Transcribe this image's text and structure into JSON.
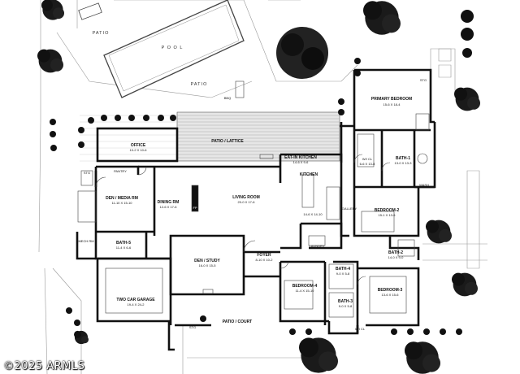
{
  "labels": {
    "patio_top": "PATIO",
    "pool": "P O O L",
    "patio_mid": "PATIO",
    "bbq": "BBQ",
    "patio_lattice": "PATIO / LATTICE",
    "office": "OFFICE",
    "office_dim": "10-2 X 10-6",
    "eatin_kitchen": "EAT-IN KITCHEN",
    "eatin_dim": "14-6 X 9-6",
    "kitchen": "KITCHEN",
    "kitchen_dim": "14-6 X 14-10",
    "primary_bedroom": "PRIMARY BEDROOM",
    "primary_dim": "15-6 X 18-4",
    "stg": "STG",
    "bath1": "BATH-1",
    "bath1_dim": "13-0 X 13-3",
    "wic": "W/I CL",
    "wic_dim": "6-6 X 13-8",
    "wash": "WASH",
    "den_media": "DEN / MEDIA RM",
    "den_media_dim": "11-10 X 15-10",
    "dining": "DINING RM",
    "dining_dim": "12-6 X 17-6",
    "living": "LIVING ROOM",
    "living_dim": "20-0 X 17-6",
    "fp": "FP",
    "pantry": "PANTRY",
    "gallery": "GALLERY",
    "bedroom2": "BEDROOM-2",
    "bedroom2_dim": "15-1 X 13-6",
    "laundry": "LAUNDRY",
    "mech": "MECH RM",
    "bath5": "BATH-5",
    "bath5_dim": "11-4 X 6-6",
    "den_study": "DEN / STUDY",
    "den_study_dim": "16-0 X 15-5",
    "foyer": "FOYER",
    "foyer_dim": "8-10 X 10-2",
    "bath2": "BATH-2",
    "bath2_dim": "14-0 X 9-0",
    "bath4": "BATH-4",
    "bath4_dim": "9-0 X 5-8",
    "bedroom4": "BEDROOM-4",
    "bedroom4_dim": "11-4 X 15-10",
    "bath3": "BATH-3",
    "bath3_dim": "9-0 X 5-8",
    "bedroom3": "BEDROOM-3",
    "bedroom3_dim": "13-6 X 15-6",
    "wcl": "W/I CL",
    "garage": "TWO CAR GARAGE",
    "garage_dim": "19-4 X 24-2",
    "patio_court": "PATIO / COURT",
    "stg2": "STG",
    "stg3": "STG"
  },
  "watermark": "©2025 ARMLS"
}
